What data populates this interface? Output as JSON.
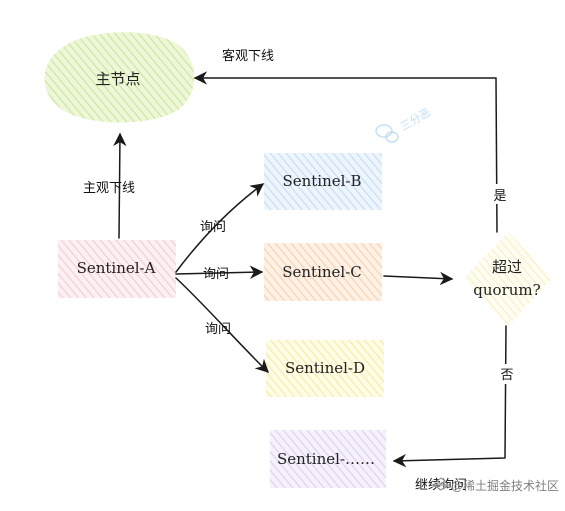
{
  "nodes": {
    "master": {
      "label": "主节点",
      "color": "#d9ecb0"
    },
    "sentinel_a": {
      "label": "Sentinel-A",
      "color": "#f7d5dc"
    },
    "sentinel_b": {
      "label": "Sentinel-B",
      "color": "#cfe4f7"
    },
    "sentinel_c": {
      "label": "Sentinel-C",
      "color": "#f8d9bf"
    },
    "sentinel_d": {
      "label": "Sentinel-D",
      "color": "#faf0b8"
    },
    "sentinel_more": {
      "label": "Sentinel-……",
      "color": "#e3d6f2"
    },
    "decision": {
      "line1": "超过",
      "line2": "quorum?",
      "color": "#fbf4cf"
    }
  },
  "edges": {
    "subjective_down": "主观下线",
    "objective_down": "客观下线",
    "ask_b": "询问",
    "ask_c": "询问",
    "ask_d": "询问",
    "yes": "是",
    "no": "否",
    "continue_ask": "继续询问"
  },
  "watermark": {
    "logo_text": "三分恶",
    "footer_text": "@稀土掘金技术社区"
  },
  "colors": {
    "stroke": "#1a1a1a",
    "watermark_blue": "#a9d2ef"
  }
}
